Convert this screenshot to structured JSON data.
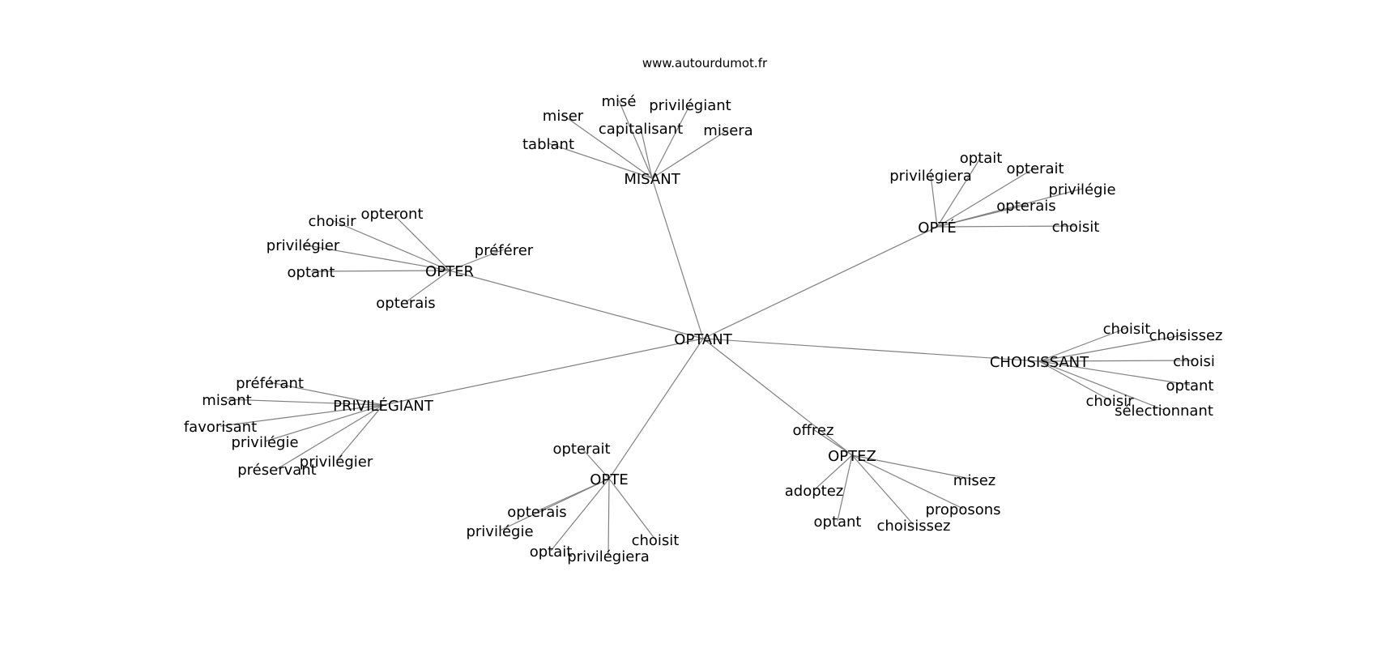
{
  "source": "www.autourdumot.fr",
  "center": "OPTANT",
  "clusters": [
    {
      "word": "MISANT",
      "leaves": [
        "miser",
        "misé",
        "privilégiant",
        "capitalisant",
        "tablant",
        "misera"
      ]
    },
    {
      "word": "OPTÉ",
      "leaves": [
        "optait",
        "opterait",
        "privilégiera",
        "privilégie",
        "opterais",
        "choisit"
      ]
    },
    {
      "word": "OPTER",
      "leaves": [
        "opteront",
        "choisir",
        "privilégier",
        "préférer",
        "optant",
        "opterais"
      ]
    },
    {
      "word": "CHOISISSANT",
      "leaves": [
        "choisit",
        "choisissez",
        "choisi",
        "optant",
        "choisir",
        "sélectionnant"
      ]
    },
    {
      "word": "PRIVILÉGIANT",
      "leaves": [
        "préférant",
        "misant",
        "favorisant",
        "privilégie",
        "privilégier",
        "préservant"
      ]
    },
    {
      "word": "OPTEZ",
      "leaves": [
        "offrez",
        "misez",
        "adoptez",
        "proposons",
        "optant",
        "choisissez"
      ]
    },
    {
      "word": "OPTE",
      "leaves": [
        "opterait",
        "opterais",
        "privilégie",
        "optait",
        "choisit",
        "privilégiera"
      ]
    }
  ]
}
